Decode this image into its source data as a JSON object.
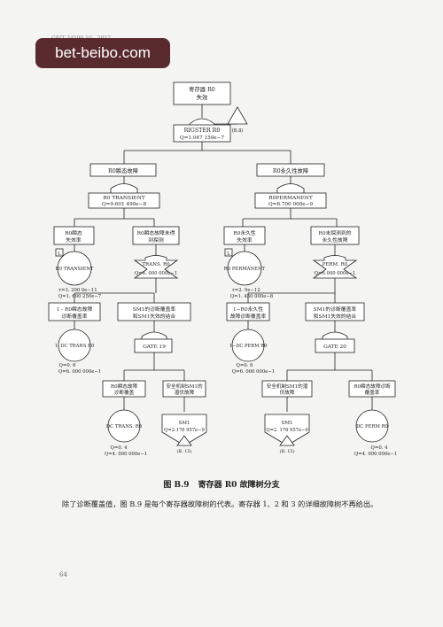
{
  "watermark": "bet-beibo.com",
  "watermark_under": "GB/T 34590.10—2017",
  "top": {
    "label_1": "寄存器 R0",
    "label_2": "失效",
    "gate": "RIGSTER R0",
    "q": "Q=1.047 150e−7",
    "transfer": "(B.8)"
  },
  "left": {
    "l1_label": "R0瞬态故障",
    "l1_gate": "R0 TRANSIENT",
    "l1_q": "Q=9.601 490e−8",
    "a_label_1": "R0瞬态",
    "a_label_2": "失效率",
    "a_marker": "L",
    "a_event": "R0 TRANSIENT",
    "a_rate_1": "r=3. 200 0e−11",
    "a_rate_2": "Q=1. 600 250e−7",
    "b_label_1": "R0瞬态故障未得",
    "b_label_2": "到探测",
    "b_gate_1": "TRANS. R0",
    "b_gate_2": "Q=6. 000 000e−1",
    "c_label_1": "1 - R0瞬态故障",
    "c_label_2": "诊断覆盖率",
    "c_event": "1- DC TRANS R0",
    "c_q_1": "Q=0. 6",
    "c_q_2": "Q=6. 000 000e−1",
    "d_label_1": "SM1的诊断覆盖率",
    "d_label_2": "和SM1失效的结合",
    "d_gate": "GATE 19",
    "e_label_1": "R0瞬态故障",
    "e_label_2": "诊断覆盖",
    "e_event": "DC TRANS. R0",
    "e_q_1": "Q=0. 4",
    "e_q_2": "Q=4. 000 000e−1",
    "f_label_1": "安全机制SM1的",
    "f_label_2": "潜伏故障",
    "f_event": "SM1",
    "f_q": "Q=2.176 957e−9",
    "f_ref": "(B. 15)"
  },
  "right": {
    "l1_label": "R0永久性故障",
    "l1_gate": "R0PERMANENT",
    "l1_q": "Q=8.700 000e−9",
    "a_label_1": "R0永久性",
    "a_label_2": "失效率",
    "a_marker": "L",
    "a_event": "R0 PERMANENT",
    "a_rate_1": "r=2. 9e−12",
    "a_rate_2": "Q=1. 450 000e−8",
    "b_label_1": "R0未探测到的",
    "b_label_2": "永久性故障",
    "b_gate_1": "PERM. R0",
    "b_gate_2": "Q=6.000 000e−1",
    "c_label_1": "1−R0永久性",
    "c_label_2": "故障诊断覆盖率",
    "c_event": "1−DC PERM R0",
    "c_q_1": "Q=0. 6",
    "c_q_2": "Q=6. 000 000e−1",
    "d_label_1": "SM1的诊断覆盖率",
    "d_label_2": "和SM1失效的结合",
    "d_gate": "GATE 20",
    "e_label_1": "安全机制SM1的潜",
    "e_label_2": "伏故障",
    "e_event": "SM1",
    "e_q": "Q=2. 176 957e−9",
    "e_ref": "(B. 15)",
    "f_label_1": "R0瞬态故障诊断",
    "f_label_2": "覆盖率",
    "f_event": "DC PERM R0",
    "f_q_1": "Q=0. 4",
    "f_q_2": "Q=4. 000 000e−1"
  },
  "caption": {
    "number": "图 B.9",
    "title": "寄存器 R0 故障树分支"
  },
  "note": "除了诊断覆盖值，图 B.9 是每个寄存器故障树的代表。寄存器 1、2 和 3 的详细故障树不再给出。",
  "page_number": "64"
}
